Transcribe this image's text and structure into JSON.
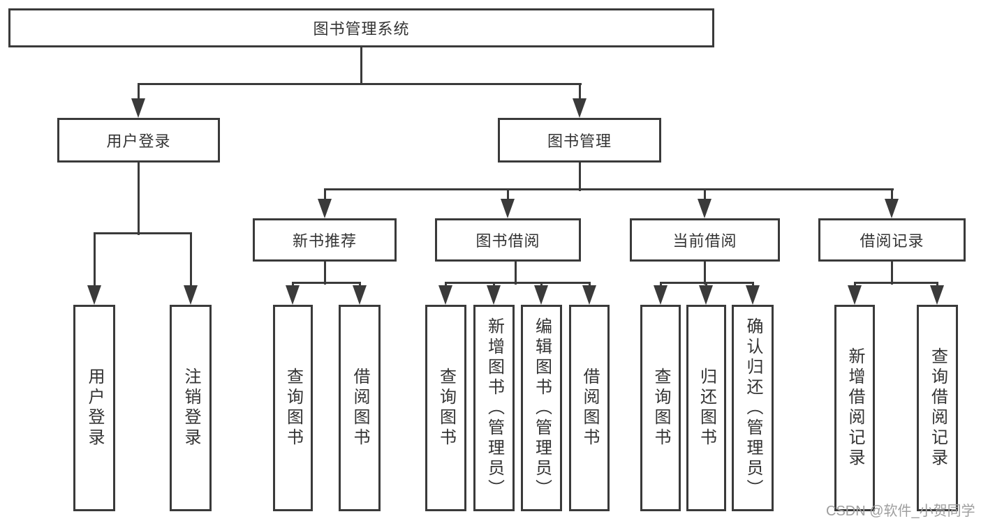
{
  "nodes": {
    "root": "图书管理系统",
    "user_login": "用户登录",
    "book_mgmt": "图书管理",
    "new_book_rec": "新书推荐",
    "book_borrow": "图书借阅",
    "current_borrow": "当前借阅",
    "borrow_records": "借阅记录",
    "ul_user_login": "用户登录",
    "ul_logout": "注销登录",
    "nr_query_book": "查询图书",
    "nr_borrow_book": "借阅图书",
    "bb_query_book": "查询图书",
    "bb_add_book": "新增图书（管理员）",
    "bb_edit_book": "编辑图书（管理员）",
    "bb_borrow_book": "借阅图书",
    "cb_query_book": "查询图书",
    "cb_return_book": "归还图书",
    "cb_confirm_return": "确认归还（管理员）",
    "br_add_record": "新增借阅记录",
    "br_query_record": "查询借阅记录"
  },
  "watermark": "CSDN @软件_小贺同学",
  "colors": {
    "line": "#3a3a3a",
    "text": "#333333",
    "watermark": "#9e9e9e",
    "background": "#ffffff"
  }
}
